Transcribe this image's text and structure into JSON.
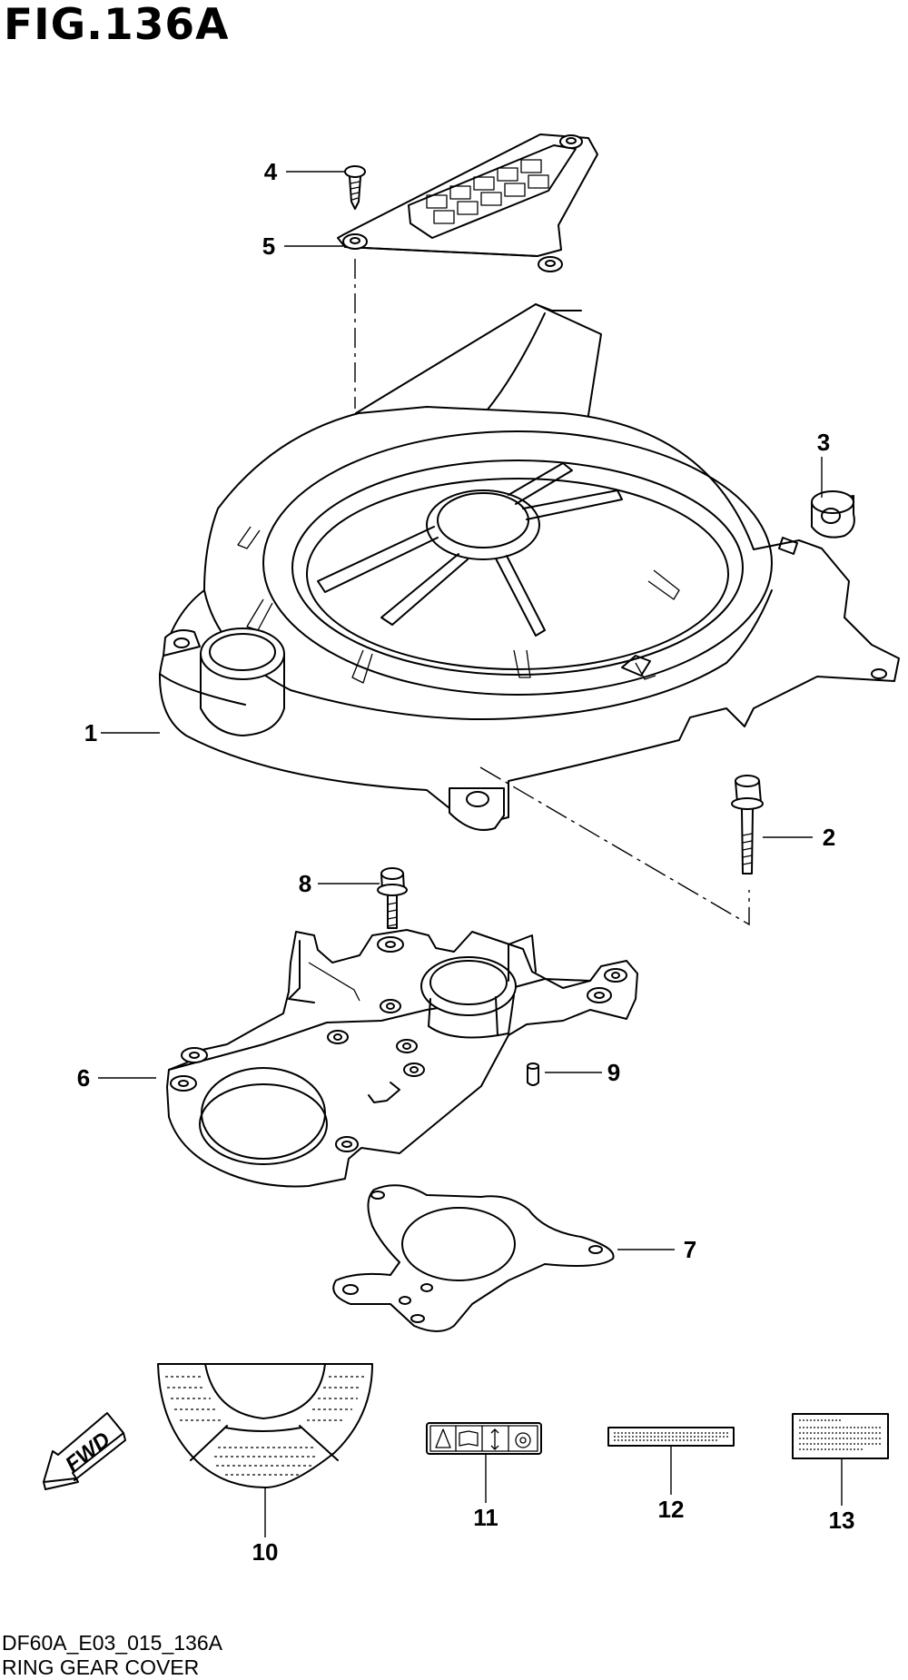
{
  "figure_title": "FIG.136A",
  "callouts": [
    "1",
    "2",
    "3",
    "4",
    "5",
    "6",
    "7",
    "8",
    "9",
    "10",
    "11",
    "12",
    "13"
  ],
  "fwd_label": "FWD",
  "footer": {
    "code": "DF60A_E03_015_136A",
    "title": "RING GEAR COVER"
  }
}
